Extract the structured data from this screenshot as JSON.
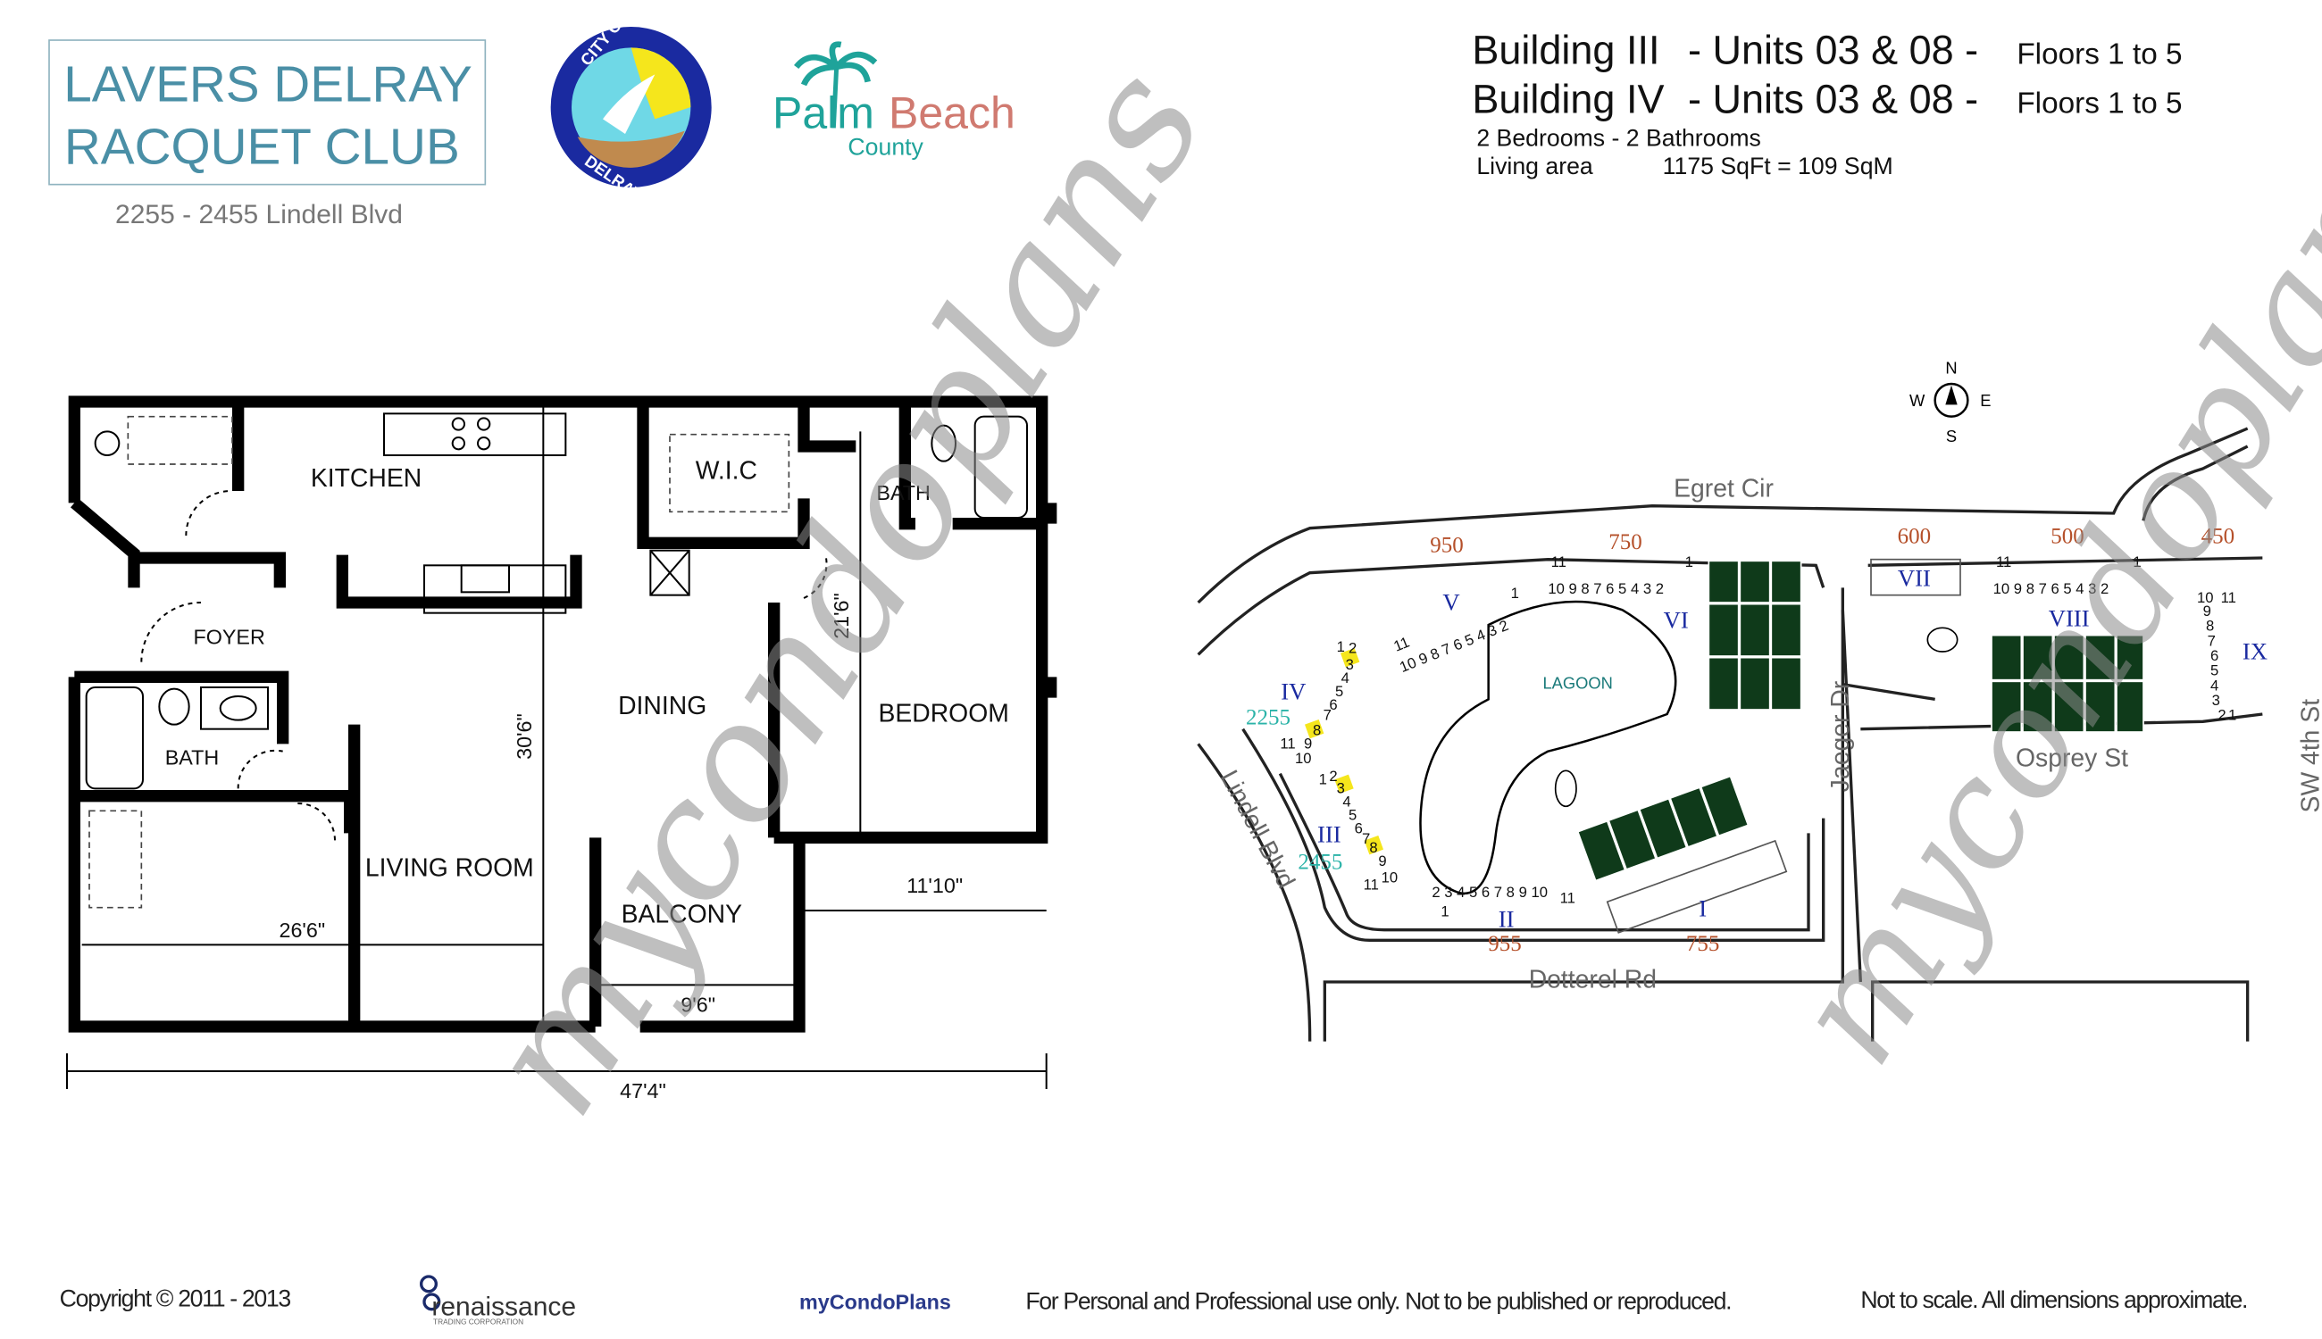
{
  "header": {
    "club_name_line1": "LAVERS DELRAY",
    "club_name_line2": "RACQUET CLUB",
    "address": "2255 - 2455 Lindell Blvd",
    "city_seal": {
      "top": "CITY OF",
      "bottom": "DELRAY BEACH"
    },
    "county_logo": {
      "palm": "Palm",
      "beach": "Beach",
      "county": "County"
    },
    "title_line1": {
      "building": "Building III",
      "units": "- Units 03 & 08 -",
      "floors": "Floors 1 to 5"
    },
    "title_line2": {
      "building": "Building IV",
      "units": "- Units 03 & 08 -",
      "floors": "Floors 1 to 5"
    },
    "rooms_summary": "2  Bedrooms  -  2  Bathrooms",
    "living_area_label": "Living area",
    "living_area_value": "1175  SqFt  =  109 SqM"
  },
  "floor_plan": {
    "rooms": {
      "kitchen": "KITCHEN",
      "wic": "W.I.C",
      "bath_master": "BATH",
      "foyer": "FOYER",
      "dining": "DINING",
      "bedroom": "BEDROOM",
      "bath_guest": "BATH",
      "living_room": "LIVING ROOM",
      "balcony": "BALCONY"
    },
    "dimensions": {
      "living_depth": "30'6\"",
      "bedroom_depth": "21'6\"",
      "living_width": "26'6\"",
      "bedroom_width": "11'10\"",
      "balcony_width": "9'6\"",
      "total_width": "47'4\""
    }
  },
  "site_map": {
    "compass": {
      "n": "N",
      "w": "W",
      "e": "E",
      "s": "S"
    },
    "streets": {
      "egret": "Egret Cir",
      "osprey": "Osprey St",
      "jaeger": "Jaeger Dr",
      "lindell": "Lindell Blvd",
      "dotterel": "Dotterel  Rd",
      "sw4": "SW 4th St"
    },
    "addresses": [
      "950",
      "750",
      "600",
      "500",
      "450",
      "955",
      "755"
    ],
    "street_numbers": {
      "iv": "2255",
      "iii": "2455"
    },
    "lagoon": "LAGOON",
    "buildings": {
      "i": "I",
      "ii": "II",
      "iii": "III",
      "iv": "IV",
      "v": "V",
      "vi": "VI",
      "vii": "VII",
      "viii": "VIII",
      "ix": "IX"
    },
    "units": {
      "vi_main": "10 9 8 7 6 5 4 3 2",
      "vi_11": "11",
      "vi_1": "1",
      "viii_main": "10 9 8 7 6 5 4 3 2",
      "viii_11": "11",
      "viii_1": "1",
      "v_main": "10 9 8 7 6 5 4 3 2",
      "v_11": "11",
      "v_1": "1",
      "ii_main": "2 3 4 5 6 7 8 9 10",
      "ii_1": "1",
      "ii_11": "11",
      "iv_list": [
        "1",
        "2",
        "3",
        "4",
        "5",
        "6",
        "7",
        "8",
        "9",
        "10",
        "11"
      ],
      "iii_list": [
        "1",
        "2",
        "3",
        "4",
        "5",
        "6",
        "7",
        "8",
        "9",
        "10",
        "11"
      ],
      "ix_list": [
        "10",
        "11",
        "9",
        "8",
        "7",
        "6",
        "5",
        "4",
        "3",
        "2",
        "1"
      ]
    },
    "highlight_color": "#f5e61c",
    "court_color": "#0f3a1a"
  },
  "watermark": "mycondoplans",
  "footer": {
    "copyright": "Copyright © 2011 - 2013",
    "renaissance": "renaissance",
    "renaissance_sub": "TRADING CORPORATION",
    "mycondoplans": "myCondoPlans",
    "usage": "For Personal and Professional use only.  Not to be published or reproduced.",
    "scale_note": "Not to scale.  All dimensions approximate."
  }
}
